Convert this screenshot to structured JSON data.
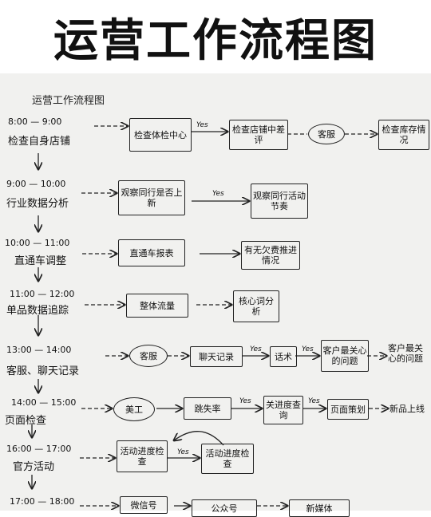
{
  "banner_title": "运营工作流程图",
  "paper_title": "运营工作流程图",
  "yes_label": "Yes",
  "rows": [
    {
      "time": "8:00 — 9:00",
      "task": "检查自身店铺",
      "nodes": [
        "检查体检中心",
        "检查店铺中差评",
        "客服",
        "检查库存情况"
      ]
    },
    {
      "time": "9:00 — 10:00",
      "task": "行业数据分析",
      "nodes": [
        "观察同行是否上新",
        "观察同行活动节奏"
      ]
    },
    {
      "time": "10:00 — 11:00",
      "task": "直通车调整",
      "nodes": [
        "直通车报表",
        "有无欠费推进情况"
      ]
    },
    {
      "time": "11:00 — 12:00",
      "task": "单品数据追踪",
      "nodes": [
        "整体流量",
        "核心词分析"
      ]
    },
    {
      "time": "13:00 — 14:00",
      "task": "客服、聊天记录",
      "nodes": [
        "客服",
        "聊天记录",
        "话术",
        "客户最关心的问题",
        "客户最关心的问题"
      ]
    },
    {
      "time": "14:00 — 15:00",
      "task": "页面检查",
      "nodes": [
        "美工",
        "跳失率",
        "关进度查询",
        "页面策划",
        "新品上线"
      ]
    },
    {
      "time": "16:00 — 17:00",
      "task": "官方活动",
      "nodes": [
        "活动进度检查",
        "活动进度检查"
      ]
    },
    {
      "time": "17:00 — 18:00",
      "task": "",
      "nodes": [
        "微信号",
        "公众号",
        "新媒体"
      ]
    }
  ]
}
